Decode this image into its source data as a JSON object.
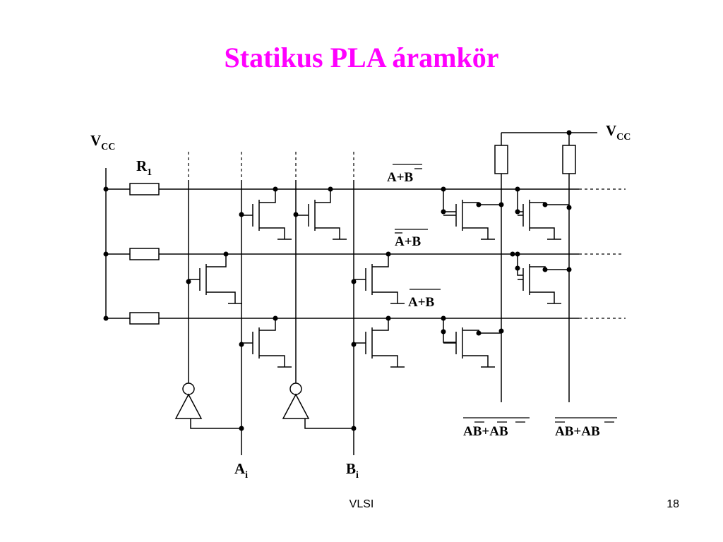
{
  "title": "Statikus PLA áramkör",
  "labels": {
    "vcc_left": {
      "main": "V",
      "sub": "CC"
    },
    "vcc_right": {
      "main": "V",
      "sub": "CC"
    },
    "r1": {
      "main": "R",
      "sub": "1"
    },
    "term1": "A+B",
    "term2": "A+B",
    "term3": "A+B",
    "out1": "AB+AB",
    "out2": "AB+AB",
    "input_a": {
      "main": "A",
      "sub": "i"
    },
    "input_b": {
      "main": "B",
      "sub": "i"
    }
  },
  "footer": {
    "center": "VLSI",
    "page": "18"
  },
  "colors": {
    "title": "#ff00ff",
    "line": "#000000"
  }
}
